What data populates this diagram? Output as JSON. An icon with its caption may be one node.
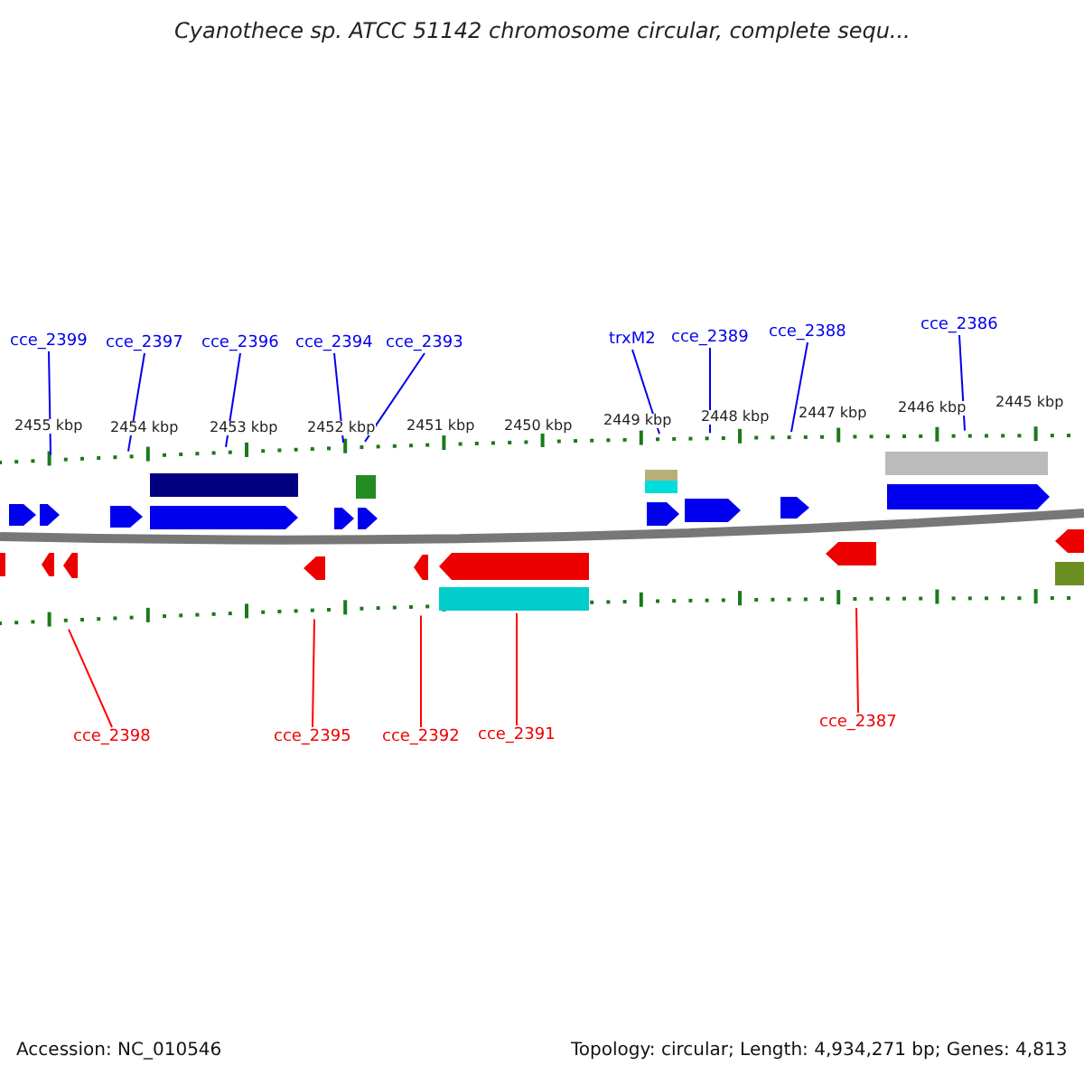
{
  "diagram": {
    "title": "Cyanothece sp. ATCC 51142 chromosome circular, complete sequ...",
    "nodes": [
      {
        "text": [
          "cce_2399"
        ]
      },
      {
        "text": [
          "cce_2397"
        ]
      },
      {
        "text": [
          "cce_2396"
        ]
      },
      {
        "text": [
          "cce_2394"
        ]
      },
      {
        "text": [
          "cce_2393"
        ]
      },
      {
        "text": [
          "trxM2"
        ]
      },
      {
        "text": [
          "cce_2389"
        ]
      },
      {
        "text": [
          "cce_2388"
        ]
      },
      {
        "text": [
          "cce_2386"
        ]
      },
      {
        "text": [
          "cce_2398"
        ]
      },
      {
        "text": [
          "cce_2395"
        ]
      },
      {
        "text": [
          "cce_2392"
        ]
      },
      {
        "text": [
          "cce_2391"
        ]
      },
      {
        "text": [
          "cce_2387"
        ]
      },
      {
        "text": [],
        "shape": "bar"
      },
      {
        "text": [],
        "shape": "bar"
      }
    ],
    "edges": [
      {
        "from": 0,
        "to": 14,
        "arrow": "none"
      },
      {
        "from": 1,
        "to": 14,
        "arrow": "none"
      },
      {
        "from": 2,
        "to": 14,
        "arrow": "none"
      },
      {
        "from": 3,
        "to": 14,
        "arrow": "none"
      },
      {
        "from": 4,
        "to": 14,
        "arrow": "none"
      },
      {
        "from": 5,
        "to": 14,
        "arrow": "none"
      },
      {
        "from": 6,
        "to": 14,
        "arrow": "none"
      },
      {
        "from": 7,
        "to": 14,
        "arrow": "none"
      },
      {
        "from": 8,
        "to": 14,
        "arrow": "none"
      },
      {
        "from": 9,
        "to": 15,
        "arrow": "none",
        "color": "#ff0000"
      },
      {
        "from": 10,
        "to": 15,
        "arrow": "none",
        "color": "#ff0000"
      },
      {
        "from": 11,
        "to": 15,
        "arrow": "none",
        "color": "#ff0000"
      },
      {
        "from": 12,
        "to": 15,
        "arrow": "none",
        "color": "#ff0000"
      },
      {
        "from": 13,
        "to": 15,
        "arrow": "none",
        "color": "#ff0000"
      }
    ],
    "labels": [
      "2455 kbp",
      "2454 kbp",
      "2453 kbp",
      "2452 kbp",
      "2451 kbp",
      "2450 kbp",
      "2449 kbp",
      "2448 kbp",
      "2447 kbp",
      "2446 kbp",
      "2445 kbp",
      "Accession: NC_010546",
      "Topology: circular; Length: 4,934,271 bp; Genes: 4,813"
    ]
  }
}
